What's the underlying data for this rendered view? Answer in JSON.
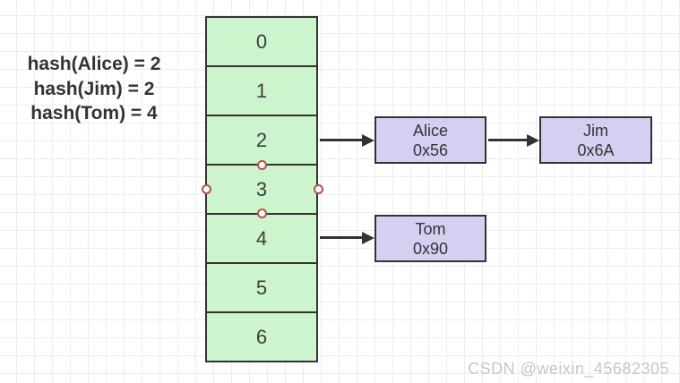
{
  "annotations": {
    "hash_lines": [
      "hash(Alice) = 2",
      "hash(Jim) = 2",
      "hash(Tom) = 4"
    ]
  },
  "hash_table": {
    "cells": [
      "0",
      "1",
      "2",
      "3",
      "4",
      "5",
      "6"
    ],
    "selected_cell": "3",
    "fill_color": "#ccf5cd",
    "border_color": "#333333"
  },
  "nodes": {
    "alice": {
      "name": "Alice",
      "address": "0x56"
    },
    "jim": {
      "name": "Jim",
      "address": "0x6A"
    },
    "tom": {
      "name": "Tom",
      "address": "0x90"
    }
  },
  "node_style": {
    "fill_color": "#d4d0f2",
    "border_color": "#333333"
  },
  "handles": {
    "ring_color": "#b0524e"
  },
  "watermark": "CSDN @weixin_45682305"
}
